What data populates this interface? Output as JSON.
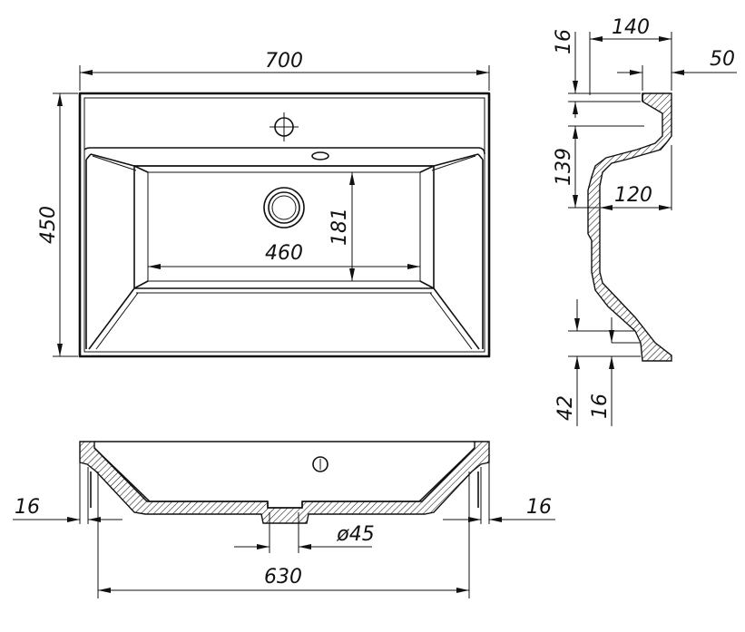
{
  "top_view": {
    "width_dim": "700",
    "depth_dim": "450",
    "bowl_width_dim": "460",
    "bowl_depth_dim": "181"
  },
  "side_view": {
    "overall_depth_dim": "140",
    "rim_thickness_dim": "16",
    "rim_wall_dim": "50",
    "height_dim": "139",
    "inner_depth_dim": "120",
    "lower_dim": "42",
    "lower_wall_dim": "16"
  },
  "front_section": {
    "left_wall_dim": "16",
    "right_wall_dim": "16",
    "drain_dim": "ø45",
    "bottom_width_dim": "630"
  }
}
